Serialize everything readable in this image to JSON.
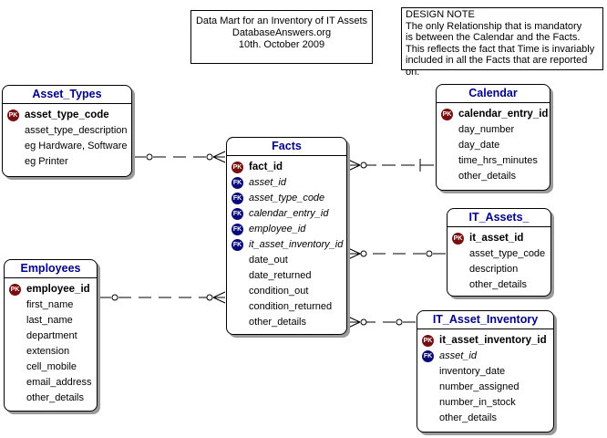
{
  "title_box": {
    "lines": [
      "Data Mart for an Inventory of IT Assets",
      "DatabaseAnswers.org",
      "10th. October 2009"
    ]
  },
  "design_note": {
    "lines": [
      "DESIGN NOTE",
      "The only Relationship that is mandatory",
      "is between the Calendar and the Facts.",
      "This reflects the fact that Time is invariably",
      "included in all the Facts that are reported on."
    ]
  },
  "badges": {
    "pk": "PK",
    "fk": "FK"
  },
  "entities": {
    "asset_types": {
      "name": "Asset_Types",
      "attributes": [
        {
          "text": "asset_type_code",
          "key": "pk"
        },
        {
          "text": "asset_type_description",
          "key": ""
        },
        {
          "text": "eg Hardware, Software",
          "key": ""
        },
        {
          "text": "eg Printer",
          "key": ""
        }
      ]
    },
    "facts": {
      "name": "Facts",
      "attributes": [
        {
          "text": "fact_id",
          "key": "pk"
        },
        {
          "text": "asset_id",
          "key": "fk"
        },
        {
          "text": "asset_type_code",
          "key": "fk"
        },
        {
          "text": "calendar_entry_id",
          "key": "fk"
        },
        {
          "text": "employee_id",
          "key": "fk"
        },
        {
          "text": "it_asset_inventory_id",
          "key": "fk"
        },
        {
          "text": "date_out",
          "key": ""
        },
        {
          "text": "date_returned",
          "key": ""
        },
        {
          "text": "condition_out",
          "key": ""
        },
        {
          "text": "condition_returned",
          "key": ""
        },
        {
          "text": "other_details",
          "key": ""
        }
      ]
    },
    "calendar": {
      "name": "Calendar",
      "attributes": [
        {
          "text": "calendar_entry_id",
          "key": "pk"
        },
        {
          "text": "day_number",
          "key": ""
        },
        {
          "text": "day_date",
          "key": ""
        },
        {
          "text": "time_hrs_minutes",
          "key": ""
        },
        {
          "text": "other_details",
          "key": ""
        }
      ]
    },
    "it_assets": {
      "name": "IT_Assets_",
      "attributes": [
        {
          "text": "it_asset_id",
          "key": "pk"
        },
        {
          "text": "asset_type_code",
          "key": ""
        },
        {
          "text": "description",
          "key": ""
        },
        {
          "text": "other_details",
          "key": ""
        }
      ]
    },
    "employees": {
      "name": "Employees",
      "attributes": [
        {
          "text": "employee_id",
          "key": "pk"
        },
        {
          "text": "first_name",
          "key": ""
        },
        {
          "text": "last_name",
          "key": ""
        },
        {
          "text": "department",
          "key": ""
        },
        {
          "text": "extension",
          "key": ""
        },
        {
          "text": "cell_mobile",
          "key": ""
        },
        {
          "text": "email_address",
          "key": ""
        },
        {
          "text": "other_details",
          "key": ""
        }
      ]
    },
    "it_asset_inventory": {
      "name": "IT_Asset_Inventory",
      "attributes": [
        {
          "text": "it_asset_inventory_id",
          "key": "pk"
        },
        {
          "text": "asset_id",
          "key": "fk"
        },
        {
          "text": "inventory_date",
          "key": ""
        },
        {
          "text": "number_assigned",
          "key": ""
        },
        {
          "text": "number_in_stock",
          "key": ""
        },
        {
          "text": "other_details",
          "key": ""
        }
      ]
    }
  },
  "relationships": [
    {
      "from": "asset_types",
      "to": "facts",
      "mandatory": false
    },
    {
      "from": "calendar",
      "to": "facts",
      "mandatory": true
    },
    {
      "from": "it_assets",
      "to": "facts",
      "mandatory": false
    },
    {
      "from": "employees",
      "to": "facts",
      "mandatory": false
    },
    {
      "from": "it_asset_inventory",
      "to": "facts",
      "mandatory": false
    }
  ]
}
